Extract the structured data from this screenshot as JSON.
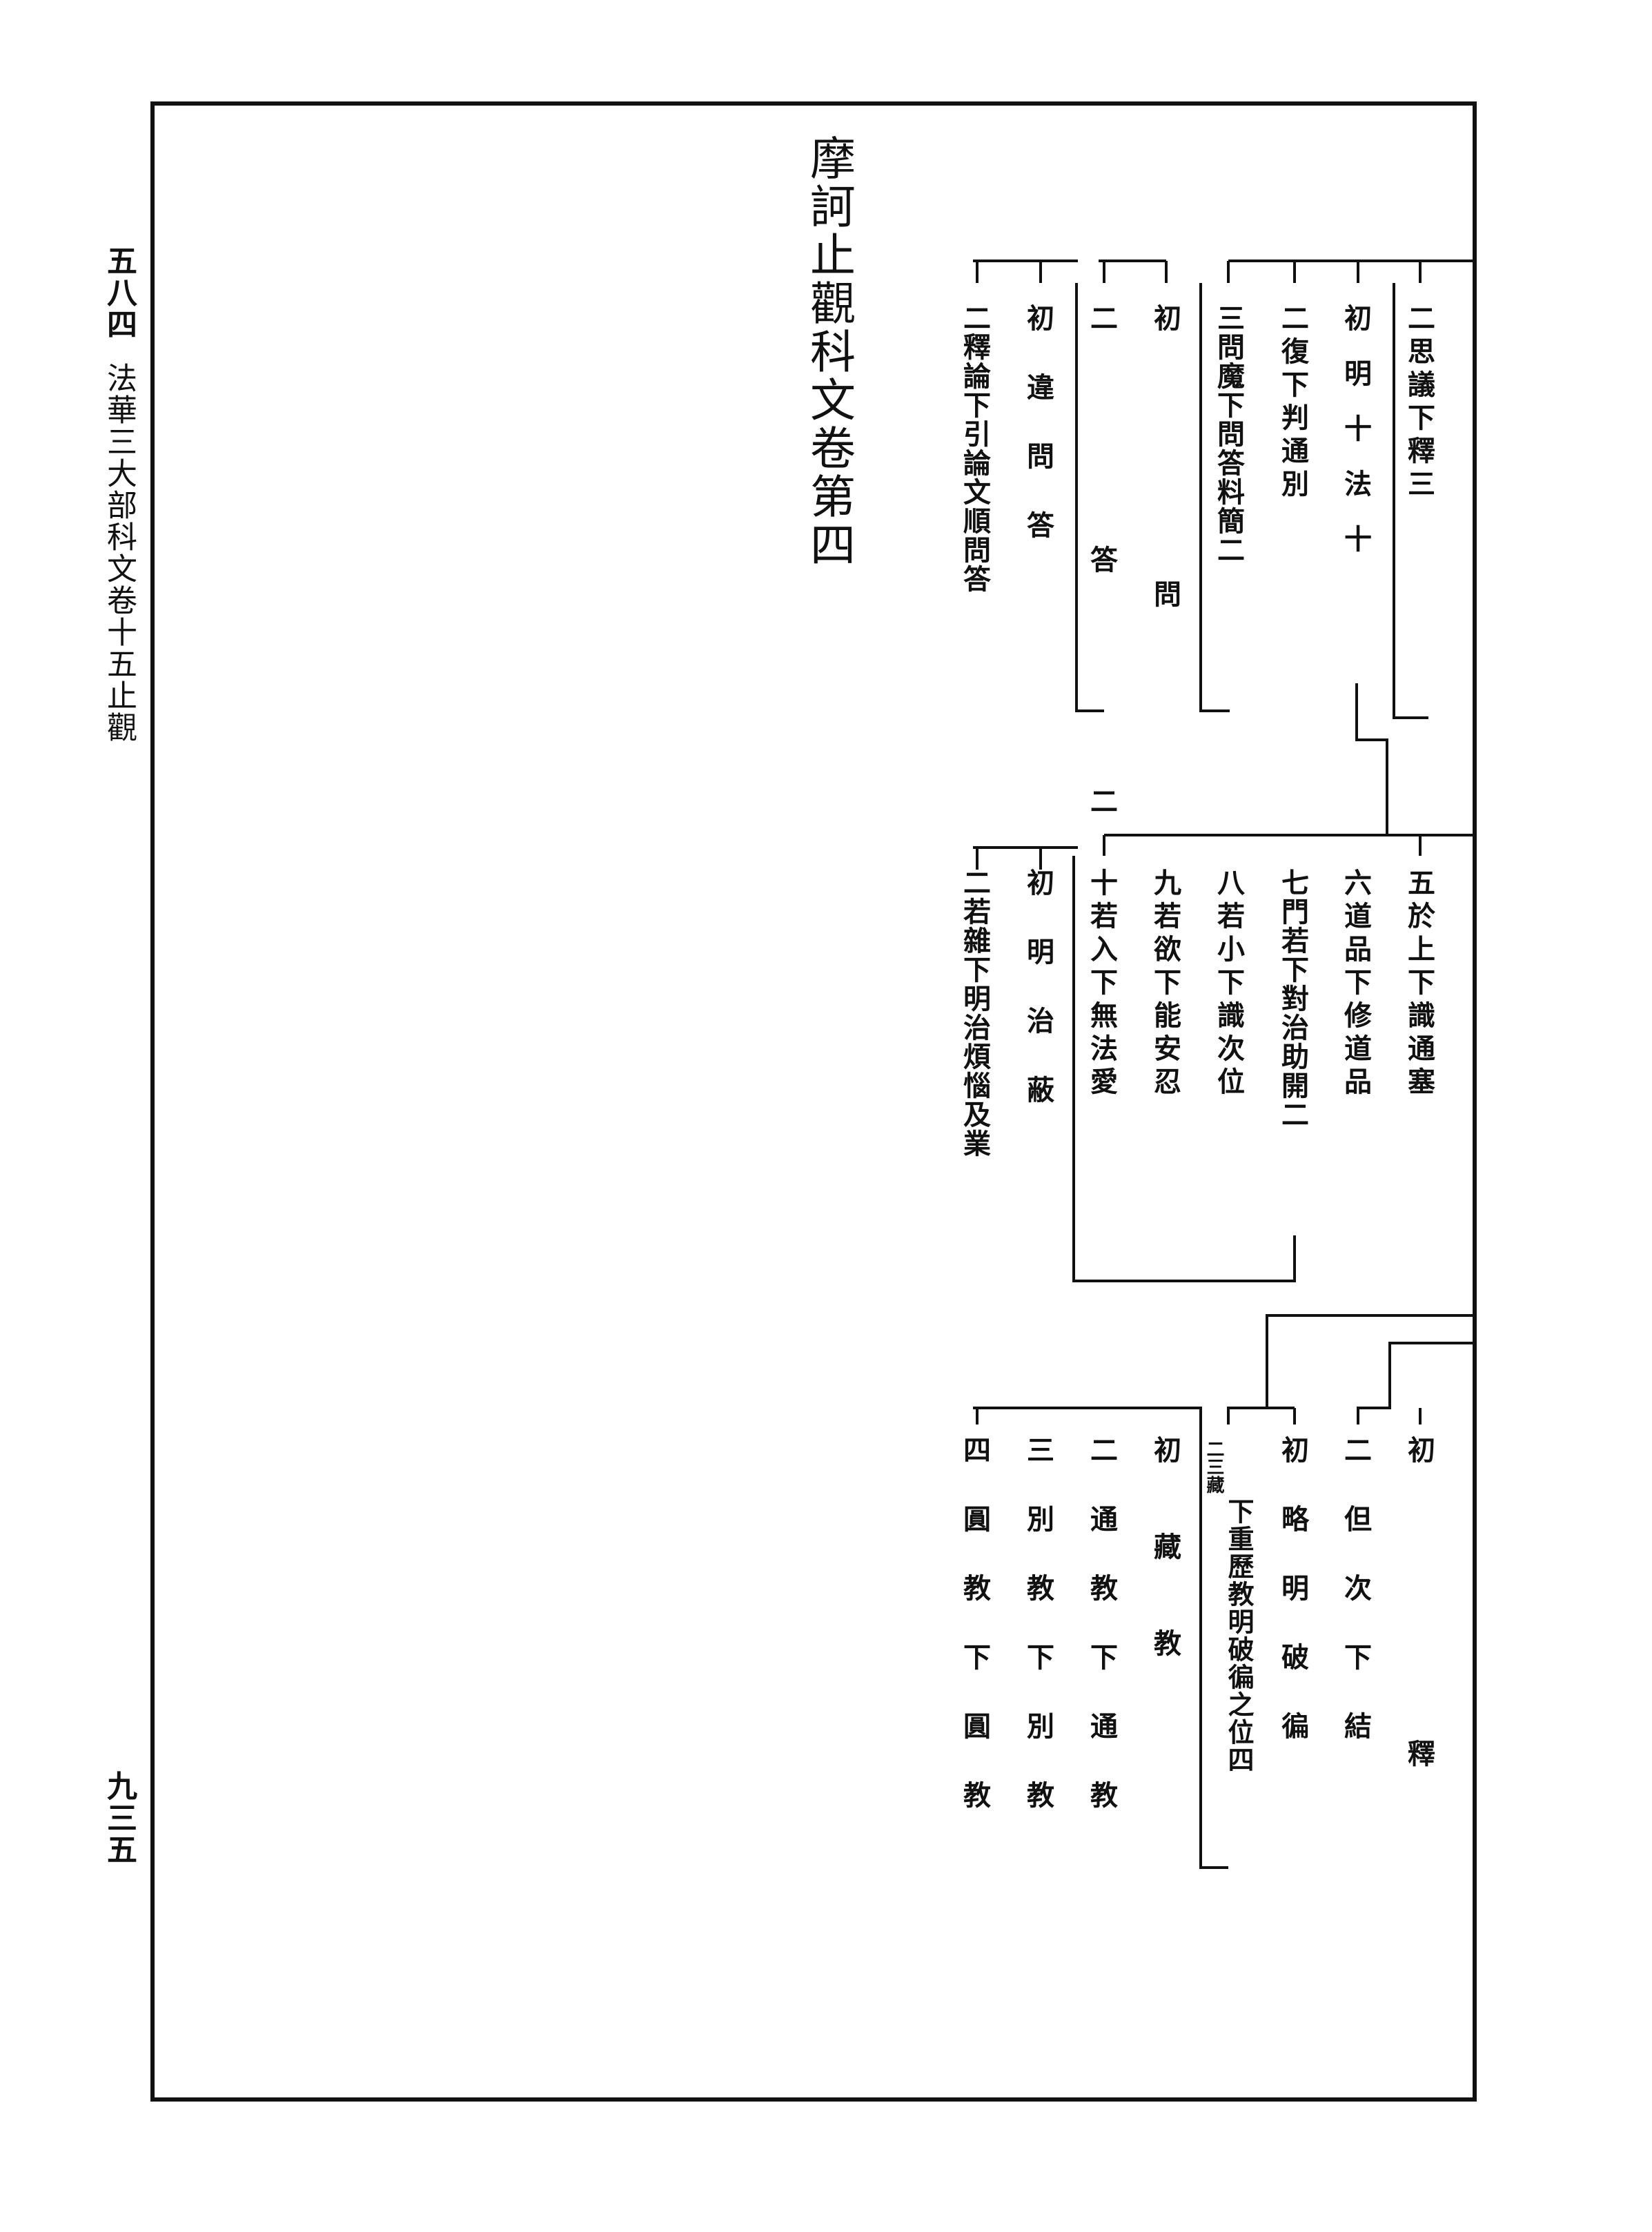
{
  "margin": {
    "volume_number": "五八四",
    "collection_title": "法華三大部科文卷十五止觀",
    "page_number": "九三五"
  },
  "main_title": "摩訶止觀科文卷第四",
  "section1": {
    "nodes": [
      "二思議下釋三",
      "初明十法十",
      "二復下判通別",
      "三問魔下問答料簡二",
      "初問",
      "二答二",
      "初違問答",
      "二釋論下引論文順問答"
    ]
  },
  "section2": {
    "nodes": [
      "五於上下識通塞",
      "六道品下修道品",
      "七門若下對治助開二",
      "八若小下識次位",
      "九若欲下能安忍",
      "十若入下無法愛",
      "初明治蔽",
      "二若雜下明治煩惱及業"
    ]
  },
  "section3": {
    "nodes": [
      "初釋",
      "二但次下結",
      "初略明破徧",
      "下重歷教明破徧之位四",
      "初藏教",
      "二通教下通教",
      "三別教下別教",
      "四圓教下圓教"
    ],
    "note": "二三藏"
  }
}
